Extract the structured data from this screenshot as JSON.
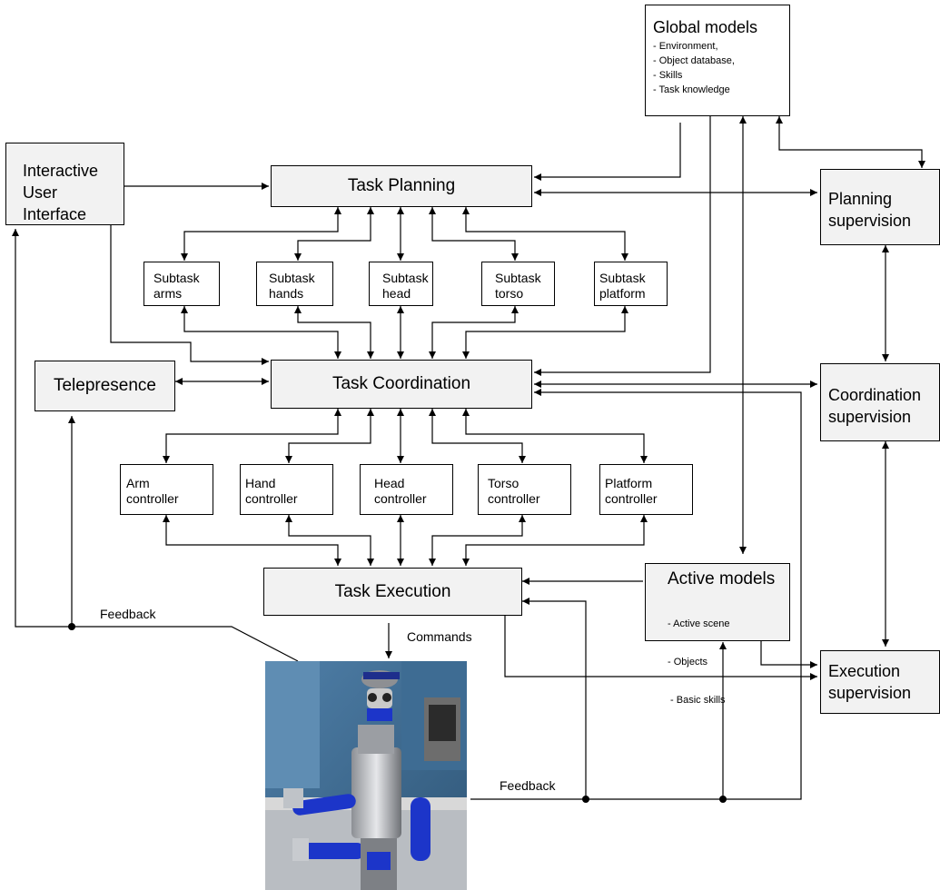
{
  "boxes": {
    "global_models": {
      "title": "Global models",
      "items": [
        "- Environment,",
        "- Object database,",
        "- Skills",
        "- Task knowledge"
      ]
    },
    "interactive_ui": {
      "lines": [
        "Interactive",
        "User",
        "Interface"
      ]
    },
    "task_planning": "Task Planning",
    "planning_supervision": {
      "lines": [
        "Planning",
        "supervision"
      ]
    },
    "subtasks": [
      {
        "l1": "Subtask",
        "l2": "arms"
      },
      {
        "l1": "Subtask",
        "l2": "hands"
      },
      {
        "l1": "Subtask",
        "l2": "head"
      },
      {
        "l1": "Subtask",
        "l2": "torso"
      },
      {
        "l1": "Subtask",
        "l2": "platform"
      }
    ],
    "telepresence": "Telepresence",
    "task_coordination": "Task Coordination",
    "coordination_supervision": {
      "lines": [
        "Coordination",
        "supervision"
      ]
    },
    "controllers": [
      {
        "l1": "Arm",
        "l2": "controller"
      },
      {
        "l1": "Hand",
        "l2": "controller"
      },
      {
        "l1": "Head",
        "l2": "controller"
      },
      {
        "l1": "Torso",
        "l2": "controller"
      },
      {
        "l1": "Platform",
        "l2": "controller"
      }
    ],
    "task_execution": "Task Execution",
    "active_models": {
      "title": "Active models",
      "items": [
        "- Active scene",
        "- Objects",
        " - Basic skills"
      ]
    },
    "execution_supervision": {
      "lines": [
        "Execution",
        "supervision"
      ]
    }
  },
  "labels": {
    "feedback_left": "Feedback",
    "commands": "Commands",
    "feedback_bottom": "Feedback"
  }
}
